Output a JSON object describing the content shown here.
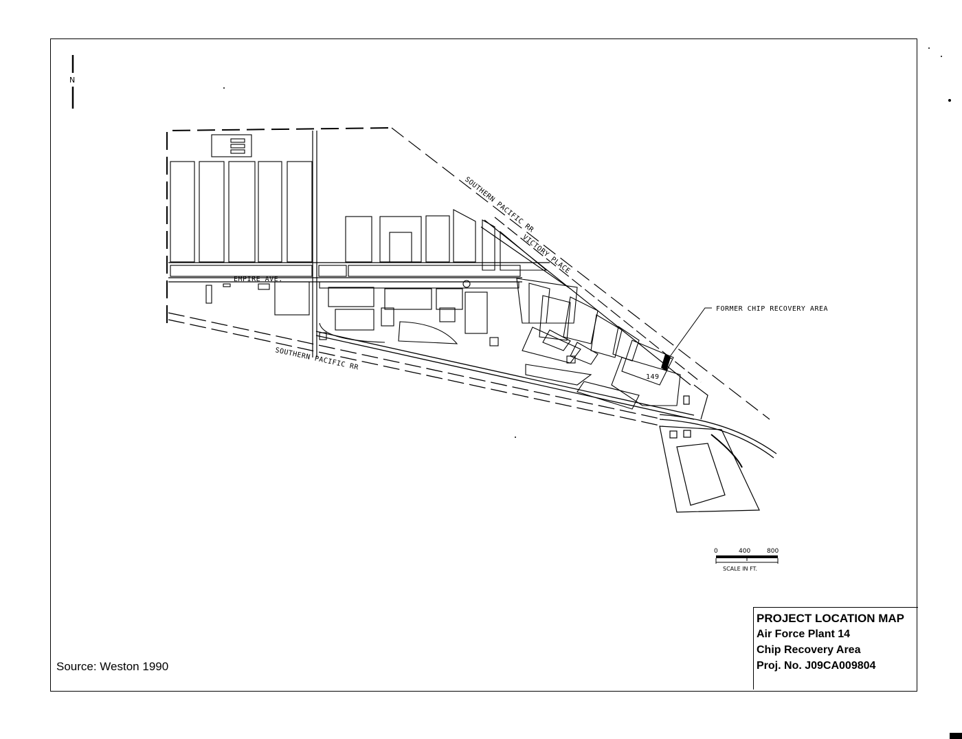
{
  "north_arrow": {
    "label": "N"
  },
  "labels": {
    "southern_pacific_upper": "SOUTHERN PACIFIC RR",
    "victory_place": "VICTORY PLACE",
    "empire_ave": "EMPIRE AVE.",
    "southern_pacific_lower": "SOUTHERN PACIFIC RR",
    "former_chip": "FORMER CHIP RECOVERY AREA",
    "building_number": "149"
  },
  "scale_bar": {
    "ticks": [
      "0",
      "400",
      "800"
    ],
    "caption": "SCALE IN FT."
  },
  "source": "Source: Weston 1990",
  "title_block": {
    "line1": "PROJECT LOCATION MAP",
    "line2": "Air Force Plant 14",
    "line3": "Chip Recovery Area",
    "line4": "Proj. No. J09CA009804"
  }
}
